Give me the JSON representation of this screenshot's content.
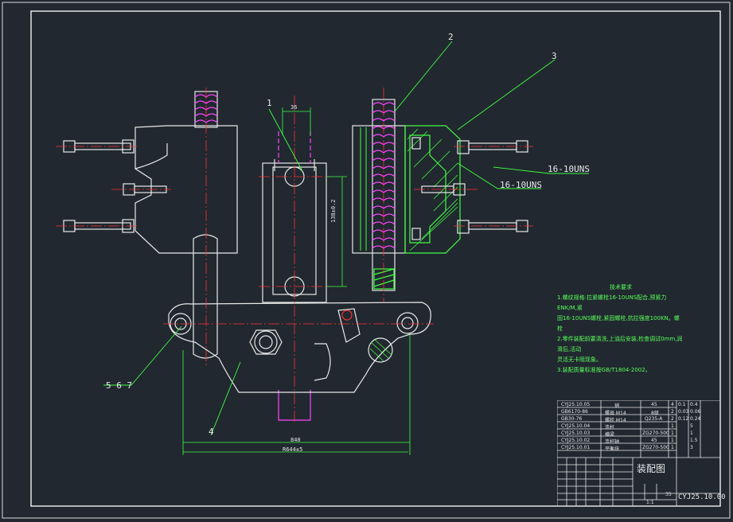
{
  "drawing": {
    "title": "装配图",
    "drawing_number": "CYJ25.10.00",
    "callouts": [
      "1",
      "2",
      "3",
      "5 6 7",
      "4"
    ],
    "thread_labels": [
      "16-10UNS",
      "16-10UNS"
    ],
    "dimensions": {
      "d36": "36",
      "d138": "138±0.2",
      "d840": "840",
      "d864": "R644±5"
    },
    "notes": {
      "title": "技术要求",
      "lines": [
        "1.螺纹规格:拉紧螺栓16-10UNS配合,预紧力ENK/M,紧",
        "  固16-10UNS螺栓,紧固螺栓,抗拉强度100KN。螺栓",
        "2.零件装配前要清洗,上油后安装,检查调试0mm,润滑后,活动",
        "  灵活无卡阻现象。",
        "3.装配质量标准按GB/T1804-2002。"
      ]
    },
    "parts_table": [
      {
        "code": "CYJ25.10.05",
        "name": "销",
        "material": "45",
        "qty": "4",
        "a": "0.1",
        "b": "0.4"
      },
      {
        "code": "GB6170-86",
        "name": "螺母 M14",
        "material": "8级",
        "qty": "2",
        "a": "0.03",
        "b": "0.06"
      },
      {
        "code": "GB30-76",
        "name": "螺栓 M14",
        "material": "Q235-A",
        "qty": "2",
        "a": "0.12",
        "b": "0.24"
      },
      {
        "code": "CYJ25.10.04",
        "name": "连杆",
        "material": "",
        "qty": "1",
        "a": "",
        "b": "5"
      },
      {
        "code": "CYJ25.10.03",
        "name": "横梁",
        "material": "ZG270-500",
        "qty": "1",
        "a": "",
        "b": "1"
      },
      {
        "code": "CYJ25.10.02",
        "name": "连杆轴",
        "material": "45",
        "qty": "1",
        "a": "",
        "b": "1.5"
      },
      {
        "code": "CYJ25.10.01",
        "name": "平衡块",
        "material": "ZG270-500",
        "qty": "1",
        "a": "",
        "b": "3"
      }
    ],
    "scale": "1:1",
    "sheet": "35"
  }
}
